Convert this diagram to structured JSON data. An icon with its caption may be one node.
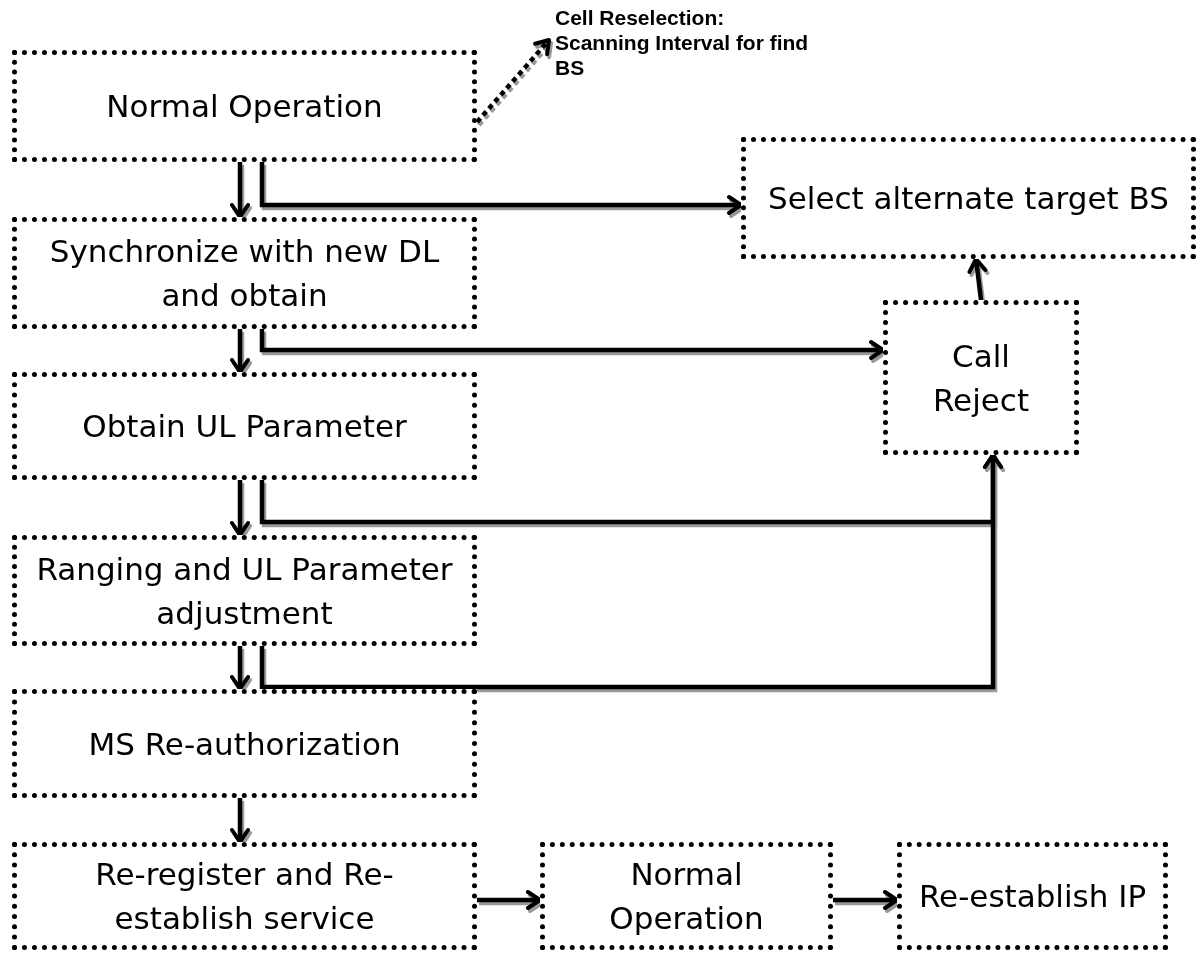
{
  "diagram": {
    "nodes": [
      {
        "text": [
          "Normal Operation"
        ]
      },
      {
        "text": [
          "Cell Reselection: Scanning Interval for find BS"
        ]
      },
      {
        "text": [
          "Select alternate target BS"
        ]
      },
      {
        "text": [
          "Synchronize with new DL and obtain"
        ]
      },
      {
        "text": [
          "Call Reject"
        ]
      },
      {
        "text": [
          "Obtain UL Parameter"
        ]
      },
      {
        "text": [
          "Ranging and UL Parameter adjustment"
        ]
      },
      {
        "text": [
          "MS Re-authorization"
        ]
      },
      {
        "text": [
          "Re-register and Re-establish service"
        ]
      },
      {
        "text": [
          "Normal Operation"
        ]
      },
      {
        "text": [
          "Re-establish IP"
        ]
      }
    ],
    "edges": [
      {
        "from": 0,
        "to": 3,
        "arrow": "to"
      },
      {
        "from": 0,
        "to": 2,
        "arrow": "to"
      },
      {
        "from": 0,
        "to": 1,
        "arrow": "to",
        "style": "dashed"
      },
      {
        "from": 3,
        "to": 5,
        "arrow": "to"
      },
      {
        "from": 3,
        "to": 4,
        "arrow": "to"
      },
      {
        "from": 5,
        "to": 6,
        "arrow": "to"
      },
      {
        "from": 5,
        "to": 4,
        "arrow": "to"
      },
      {
        "from": 6,
        "to": 7,
        "arrow": "to"
      },
      {
        "from": 6,
        "to": 4,
        "arrow": "to"
      },
      {
        "from": 7,
        "to": 8,
        "arrow": "to"
      },
      {
        "from": 8,
        "to": 9,
        "arrow": "to"
      },
      {
        "from": 9,
        "to": 10,
        "arrow": "to"
      },
      {
        "from": 4,
        "to": 2,
        "arrow": "to"
      }
    ]
  }
}
